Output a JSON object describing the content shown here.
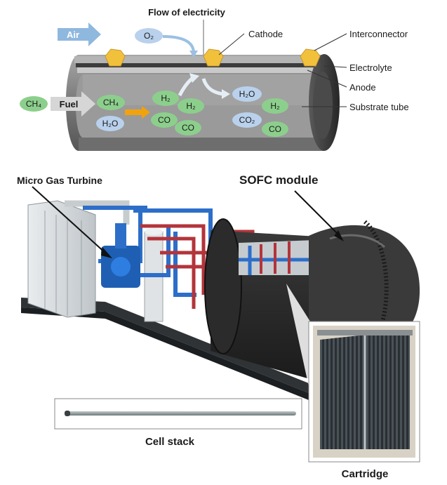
{
  "tube_diagram": {
    "flow_label": "Flow of electricity",
    "air_label": "Air",
    "fuel_label": "Fuel",
    "labels": {
      "cathode": "Cathode",
      "interconnector": "Interconnector",
      "electrolyte": "Electrolyte",
      "anode": "Anode",
      "substrate": "Substrate tube"
    },
    "molecules": {
      "o2": "O₂",
      "ch4_inlet": "CH₄",
      "ch4": "CH₄",
      "h2o_in": "H₂O",
      "h2_a": "H₂",
      "h2_b": "H₂",
      "co_a": "CO",
      "co_b": "CO",
      "h2o_out": "H₂O",
      "h2_c": "H₂",
      "co2": "CO₂",
      "co_c": "CO"
    },
    "colors": {
      "air_arrow": "#8fb8df",
      "o2_bubble": "#b9d1ec",
      "fuel_bubble": "#8ccf8c",
      "h2o_bubble": "#b9d1ec",
      "interconnector": "#f2c13c",
      "fuel_arrow": "#f2a20c"
    }
  },
  "system": {
    "micro_gas_turbine": "Micro Gas Turbine",
    "sofc_module": "SOFC module",
    "cell_stack": "Cell stack",
    "cartridge": "Cartridge"
  }
}
